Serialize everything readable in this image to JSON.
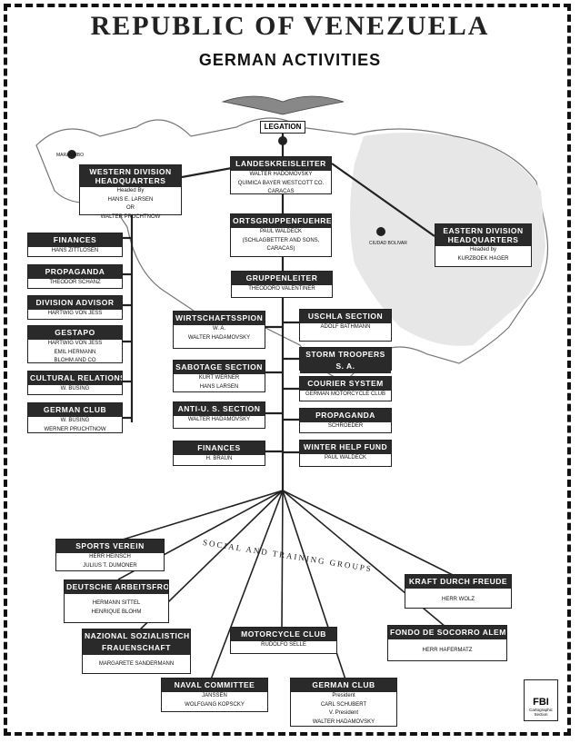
{
  "title": "REPUBLIC OF VENEZUELA",
  "subtitle": "GERMAN ACTIVITIES",
  "legation": "LEGATION",
  "social_label": "SOCIAL AND TRAINING GROUPS",
  "map_labels": {
    "west": "MARACAIBO",
    "east": "CIUDAD BOLIVAR"
  },
  "boxes": {
    "landeskreisleiter": {
      "title": "LANDESKREISLEITER",
      "lines": [
        "WALTER HADOMOVSKY",
        "QUIMICA BAYER WESTCOTT CO.",
        "CARACAS"
      ]
    },
    "western": {
      "title": "WESTERN DIVISION HEADQUARTERS",
      "lines": [
        "Headed By",
        "HANS E. LARSEN",
        "OR",
        "WALTER PRUCHTNOW"
      ]
    },
    "eastern": {
      "title": "EASTERN DIVISION HEADQUARTERS",
      "lines": [
        "Headed by",
        "KURZBOEK HAGER"
      ]
    },
    "ortsgruppenfuehrer": {
      "title": "ORTSGRUPPENFUEHRER",
      "lines": [
        "PAUL WALDECK",
        "(SCHLAGBETTER AND SONS,",
        "CARACAS)"
      ]
    },
    "gruppenleiter": {
      "title": "GRUPPENLEITER",
      "lines": [
        "THEODORO VALENTINER"
      ]
    },
    "finances_w": {
      "title": "FINANCES",
      "lines": [
        "HANS ZITTLOSEN"
      ]
    },
    "propaganda_w": {
      "title": "PROPAGANDA",
      "lines": [
        "THEODOR SCHANZ"
      ]
    },
    "division_advisor": {
      "title": "DIVISION ADVISOR",
      "lines": [
        "HARTWIG VON JESS"
      ]
    },
    "gestapo": {
      "title": "GESTAPO",
      "lines": [
        "HARTWIG VON JESS",
        "EMIL HERMANN",
        "BLOHM AND CO"
      ]
    },
    "cultural": {
      "title": "CULTURAL RELATIONS",
      "lines": [
        "W. BUSING"
      ]
    },
    "german_club_w": {
      "title": "GERMAN CLUB",
      "lines": [
        "W. BUSING",
        "WERNER PRUCHTNOW"
      ]
    },
    "wirtschaftsspion": {
      "title": "WIRTSCHAFTSSPION",
      "lines": [
        "W. A.",
        "WALTER HADAMOVSKY"
      ]
    },
    "sabotage": {
      "title": "SABOTAGE SECTION",
      "lines": [
        "KURT WERNER",
        "HANS LARSEN"
      ]
    },
    "anti_us": {
      "title": "ANTI-U. S. SECTION",
      "lines": [
        "WALTER HADAMOVSKY"
      ]
    },
    "finances_c": {
      "title": "FINANCES",
      "lines": [
        "H. BRAUN"
      ]
    },
    "uschla": {
      "title": "USCHLA SECTION",
      "lines": [
        "ADOLF BATHMANN"
      ]
    },
    "storm": {
      "title": "STORM TROOPERS",
      "sub": "S. A.",
      "lines": []
    },
    "courier": {
      "title": "COURIER SYSTEM",
      "lines": [
        "GERMAN MOTORCYCLE CLUB"
      ]
    },
    "propaganda_c": {
      "title": "PROPAGANDA",
      "lines": [
        "SCHROEDER"
      ]
    },
    "winter": {
      "title": "WINTER HELP FUND",
      "lines": [
        "PAUL WALDECK"
      ]
    },
    "sports": {
      "title": "SPORTS VEREIN",
      "lines": [
        "HERR HEINSCH",
        "JULIUS T. DUMONER"
      ]
    },
    "deutsche": {
      "title": "DEUTSCHE ARBEITSFRONT",
      "lines": [
        "HERMANN SITTEL",
        "HENRIQUE BLOHM"
      ]
    },
    "nazional": {
      "title": "NAZIONAL SOZIALISTICHE",
      "sub": "FRAUENSCHAFT",
      "lines": [
        "MARGARETE SANDERMANN"
      ]
    },
    "naval": {
      "title": "NAVAL COMMITTEE",
      "lines": [
        "JANSSEN",
        "WOLFGANG KOPSCKY"
      ]
    },
    "motorcycle": {
      "title": "MOTORCYCLE CLUB",
      "lines": [
        "RUDOLFO SELLE"
      ]
    },
    "german_club_s": {
      "title": "GERMAN CLUB",
      "lines": [
        "President",
        "CARL SCHUBERT",
        "V. President",
        "WALTER HADAMOVSKY"
      ]
    },
    "kraft": {
      "title": "KRAFT DURCH FREUDE",
      "lines": [
        "HERR WOLZ"
      ]
    },
    "fondo": {
      "title": "FONDO DE SOCORRO ALEMAN",
      "lines": [
        "HERR HAFERMATZ"
      ]
    }
  },
  "fbi": {
    "mark": "FBI",
    "caption": "Cartographic Section"
  }
}
